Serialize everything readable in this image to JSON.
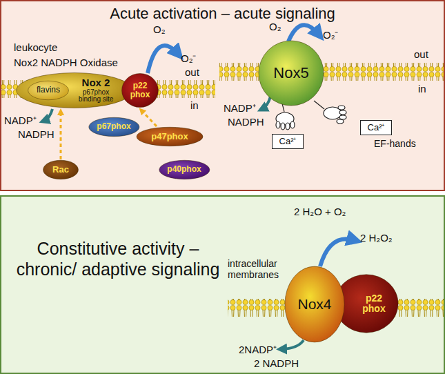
{
  "diagram": {
    "nodes": [
      {
        "text": [
          "Acute activation – acute signaling"
        ]
      },
      {
        "text": [
          "Nox 2",
          "p67phox binding site"
        ],
        "in": 0
      },
      {
        "text": [
          "flavins"
        ],
        "in": 1
      },
      {
        "text": [
          "p22 phox"
        ],
        "in": 0
      },
      {
        "text": [
          "p67phox"
        ],
        "in": 0
      },
      {
        "text": [
          "p47phox"
        ],
        "in": 0
      },
      {
        "text": [
          "Rac"
        ],
        "in": 0
      },
      {
        "text": [
          "p40phox"
        ],
        "in": 0
      },
      {
        "text": [
          "Nox5"
        ],
        "in": 0
      },
      {
        "text": [
          "Ca²⁺"
        ],
        "in": 0
      },
      {
        "text": [
          "Ca²⁺"
        ],
        "in": 0
      },
      {
        "text": [
          "Constitutive activity – chronic/ adaptive signaling"
        ]
      },
      {
        "text": [
          "Nox4"
        ],
        "in": 11
      },
      {
        "text": [
          "p22 phox"
        ],
        "in": 11
      }
    ],
    "edges": [
      {
        "from": 6,
        "to": 1,
        "arrow": "to"
      },
      {
        "from": 5,
        "to": 3,
        "arrow": "to"
      }
    ],
    "labels": [
      "leukocyte",
      "Nox2 NADPH Oxidase",
      "O₂",
      "O₂⁻",
      "out",
      "in",
      "NADP⁺",
      "NADPH",
      "O₂",
      "O₂⁻",
      "out",
      "in",
      "NADP⁺",
      "NADPH",
      "EF-hands",
      "2 H₂O + O₂",
      "2 H₂O₂",
      "intracellular membranes",
      "2NADP⁺",
      "2 NADPH"
    ]
  }
}
